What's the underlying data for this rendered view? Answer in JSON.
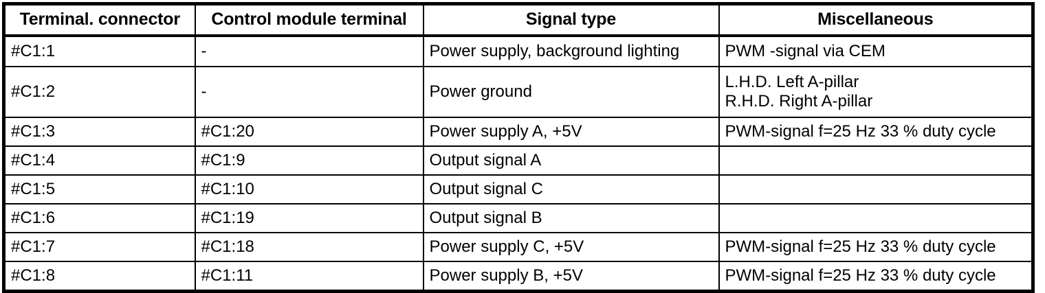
{
  "table": {
    "name": "terminal-connector-signal-table",
    "columns": [
      {
        "key": "terminal_connector",
        "label": "Terminal. connector"
      },
      {
        "key": "control_module_terminal",
        "label": "Control module terminal"
      },
      {
        "key": "signal_type",
        "label": "Signal type"
      },
      {
        "key": "miscellaneous",
        "label": "Miscellaneous"
      }
    ],
    "rows": [
      {
        "terminal_connector": "#C1:1",
        "control_module_terminal": "-",
        "signal_type": "Power supply, background lighting",
        "miscellaneous": "PWM -signal via CEM"
      },
      {
        "terminal_connector": "#C1:2",
        "control_module_terminal": "-",
        "signal_type": "Power ground",
        "miscellaneous": "L.H.D. Left A-pillar\nR.H.D. Right A-pillar"
      },
      {
        "terminal_connector": "#C1:3",
        "control_module_terminal": "#C1:20",
        "signal_type": "Power supply A, +5V",
        "miscellaneous": "PWM-signal f=25 Hz 33 % duty cycle"
      },
      {
        "terminal_connector": "#C1:4",
        "control_module_terminal": "#C1:9",
        "signal_type": "Output signal A",
        "miscellaneous": ""
      },
      {
        "terminal_connector": "#C1:5",
        "control_module_terminal": "#C1:10",
        "signal_type": "Output signal C",
        "miscellaneous": ""
      },
      {
        "terminal_connector": "#C1:6",
        "control_module_terminal": "#C1:19",
        "signal_type": "Output signal B",
        "miscellaneous": ""
      },
      {
        "terminal_connector": "#C1:7",
        "control_module_terminal": "#C1:18",
        "signal_type": "Power supply C, +5V",
        "miscellaneous": "PWM-signal f=25 Hz 33 % duty cycle"
      },
      {
        "terminal_connector": "#C1:8",
        "control_module_terminal": "#C1:11",
        "signal_type": "Power supply B, +5V",
        "miscellaneous": "PWM-signal f=25 Hz 33 % duty cycle"
      }
    ]
  },
  "colors": {
    "background": "#ffffff",
    "text": "#000000",
    "border": "#000000"
  }
}
